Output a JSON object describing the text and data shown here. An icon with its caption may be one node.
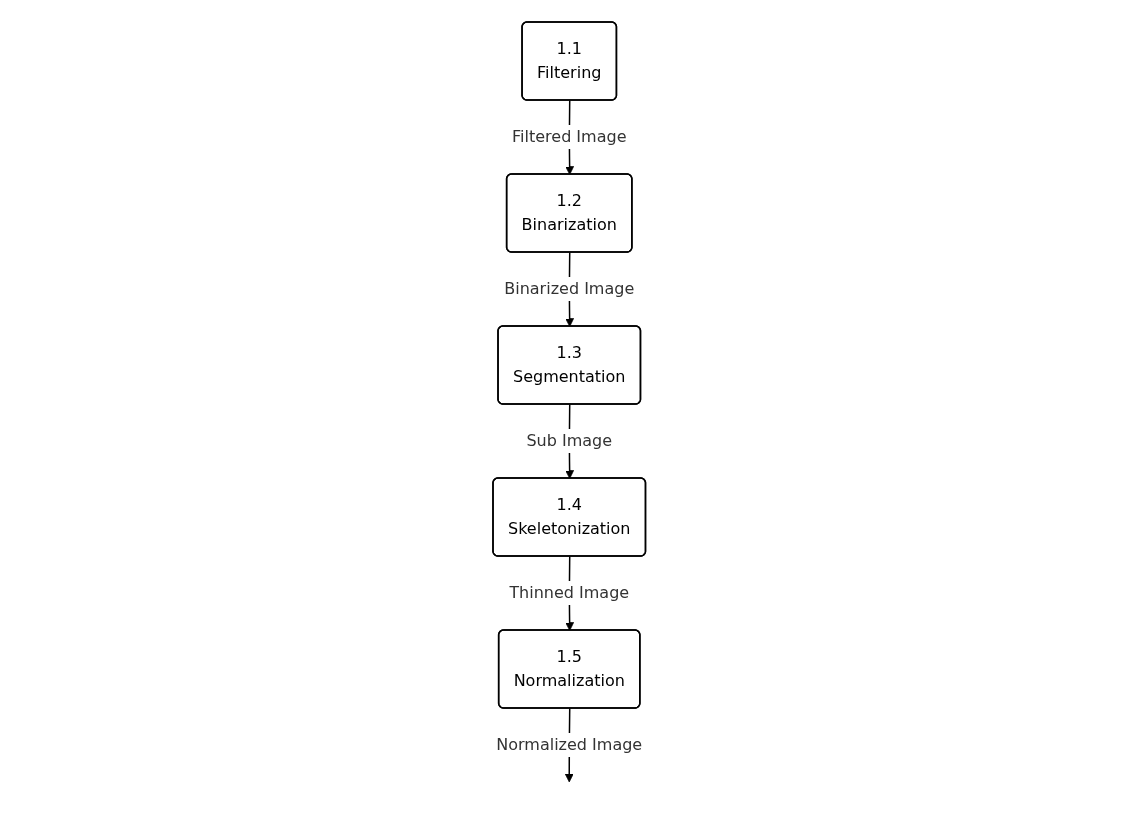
{
  "diagram": {
    "nodes": [
      {
        "text": [
          "1.1",
          "Filtering"
        ]
      },
      {
        "text": [
          "1.2",
          "Binarization"
        ]
      },
      {
        "text": [
          "1.3",
          "Segmentation"
        ]
      },
      {
        "text": [
          "1.4",
          "Skeletonization"
        ]
      },
      {
        "text": [
          "1.5",
          "Normalization"
        ]
      }
    ],
    "edges": [
      {
        "from": 0,
        "to": 1,
        "arrow": "to",
        "label": "Filtered Image"
      },
      {
        "from": 1,
        "to": 2,
        "arrow": "to",
        "label": "Binarized Image"
      },
      {
        "from": 2,
        "to": 3,
        "arrow": "to",
        "label": "Sub Image"
      },
      {
        "from": 3,
        "to": 4,
        "arrow": "to",
        "label": "Thinned Image"
      },
      {
        "from": 4,
        "to": null,
        "arrow": "to",
        "label": "Normalized Image"
      }
    ]
  }
}
